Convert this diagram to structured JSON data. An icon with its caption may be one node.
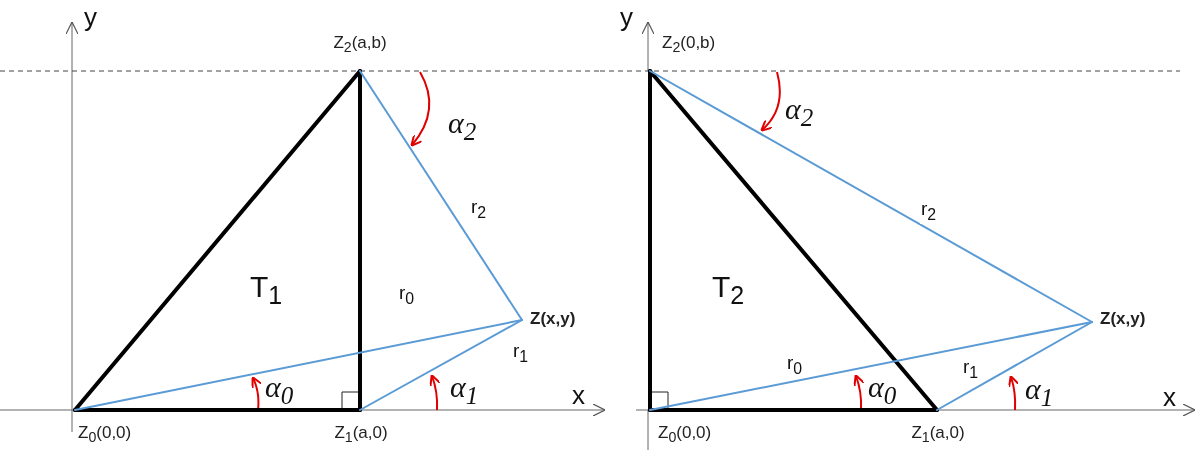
{
  "diagram": {
    "nodes": [
      {
        "text": [
          "Z$_{0}$(0,0)"
        ]
      },
      {
        "text": [
          "Z$_{1}$(a,0)"
        ]
      },
      {
        "text": [
          "Z$_{2}$(a,b)"
        ]
      },
      {
        "text": [
          "Z(x,y)"
        ]
      },
      {
        "text": [
          "Z$_{0}$(0,0)"
        ]
      },
      {
        "text": [
          "Z$_{1}$(a,0)"
        ]
      },
      {
        "text": [
          "Z$_{2}$(0,b)"
        ]
      },
      {
        "text": [
          "Z(x,y)"
        ]
      }
    ],
    "edges": [
      {
        "from": 0,
        "to": 1,
        "arrow": "none",
        "style": "thick",
        "color": "#000000"
      },
      {
        "from": 1,
        "to": 2,
        "arrow": "none",
        "style": "thick",
        "color": "#000000"
      },
      {
        "from": 0,
        "to": 2,
        "arrow": "none",
        "style": "thick",
        "color": "#000000"
      },
      {
        "from": 2,
        "to": 3,
        "arrow": "none",
        "label": "r$_{2}$",
        "color": "#5b9bd5"
      },
      {
        "from": 0,
        "to": 3,
        "arrow": "none",
        "label": "r$_{0}$",
        "color": "#5b9bd5"
      },
      {
        "from": 1,
        "to": 3,
        "arrow": "none",
        "label": "r$_{1}$",
        "color": "#5b9bd5"
      },
      {
        "from": 4,
        "to": 5,
        "arrow": "none",
        "style": "thick",
        "color": "#000000"
      },
      {
        "from": 4,
        "to": 6,
        "arrow": "none",
        "style": "thick",
        "color": "#000000"
      },
      {
        "from": 6,
        "to": 5,
        "arrow": "none",
        "style": "thick",
        "color": "#000000"
      },
      {
        "from": 6,
        "to": 7,
        "arrow": "none",
        "label": "r$_{2}$",
        "color": "#5b9bd5"
      },
      {
        "from": 4,
        "to": 7,
        "arrow": "none",
        "label": "r$_{0}$",
        "color": "#5b9bd5"
      },
      {
        "from": 5,
        "to": 7,
        "arrow": "none",
        "label": "r$_{1}$",
        "color": "#5b9bd5"
      }
    ],
    "labels": [
      "y",
      "α$_{2}$",
      "T$_{1}$",
      "x",
      "α$_{0}$",
      "α$_{1}$",
      "y",
      "α$_{2}$",
      "T$_{2}$",
      "x",
      "α$_{0}$",
      "α$_{1}$"
    ]
  }
}
